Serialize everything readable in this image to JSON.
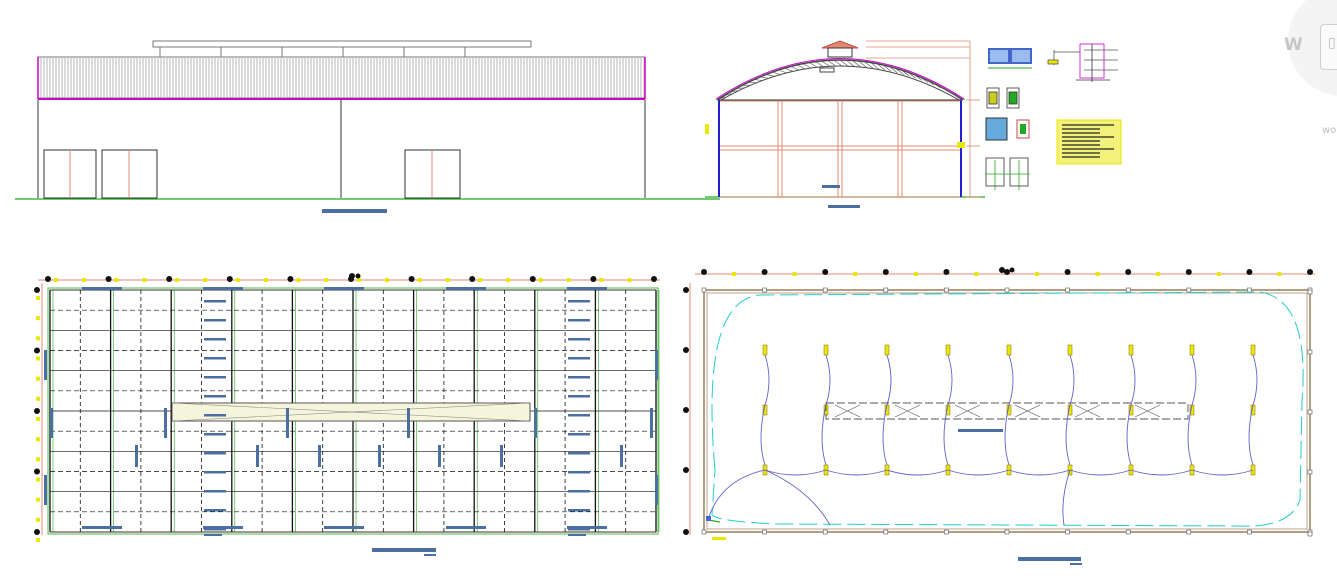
{
  "watermark": {
    "letter": "W",
    "box_glyph": "▯",
    "text": "wo"
  },
  "colors": {
    "background": "#ffffff",
    "line_green": "#22aa22",
    "roof_magenta": "#cc00cc",
    "wall_dark": "#222222",
    "salmon": "#e08a70",
    "title_bar": "#4a6fa0",
    "cyan": "#22cccc",
    "purple": "#6060cc",
    "yellow": "#e8e800",
    "dark_green": "#336633"
  },
  "views": [
    "front-elevation",
    "cross-section",
    "construction-details",
    "roof-structure-plan",
    "electrical-plan"
  ]
}
